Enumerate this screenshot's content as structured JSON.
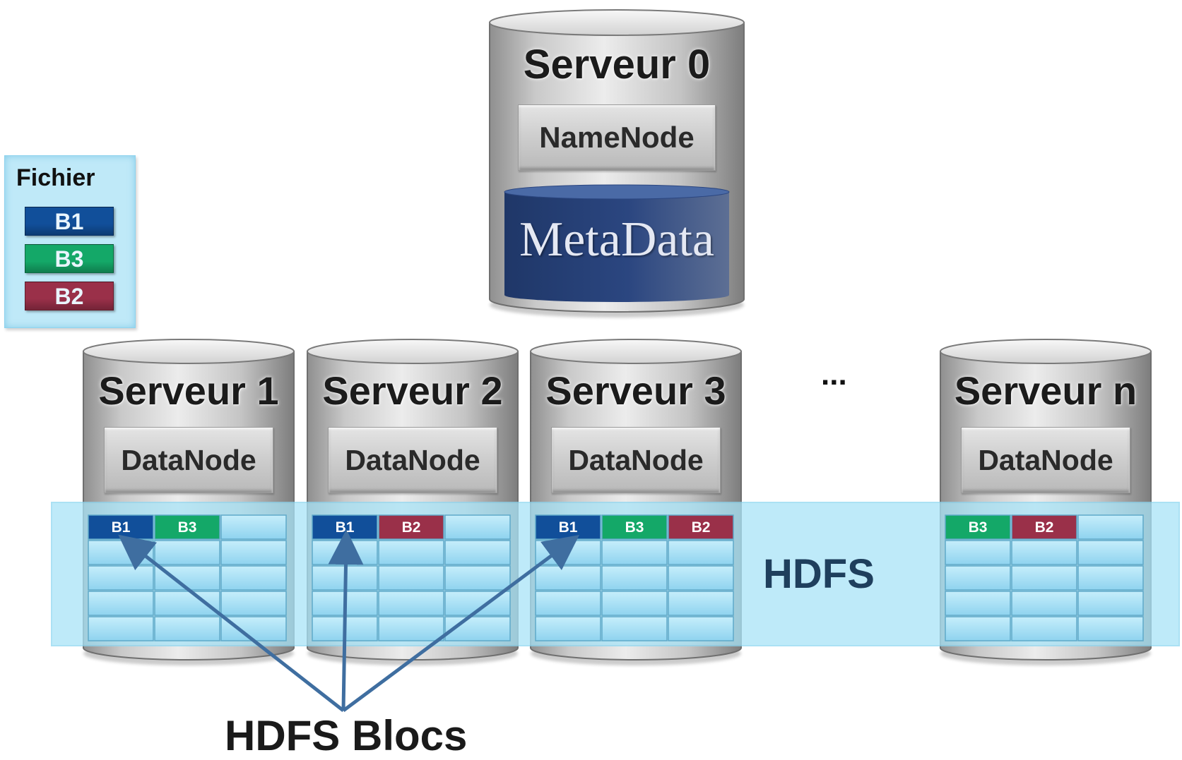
{
  "legend": {
    "title": "Fichier",
    "blocks": [
      {
        "label": "B1",
        "color": "#114f9a"
      },
      {
        "label": "B3",
        "color": "#14a868"
      },
      {
        "label": "B2",
        "color": "#9a3049"
      }
    ]
  },
  "namenode_server": {
    "title": "Serveur 0",
    "node_label": "NameNode",
    "metadata_label": "MetaData",
    "metadata_color": "#27417a"
  },
  "datanode_servers": [
    {
      "title": "Serveur 1",
      "node_label": "DataNode",
      "blocks": [
        "B1",
        "B3",
        ""
      ]
    },
    {
      "title": "Serveur 2",
      "node_label": "DataNode",
      "blocks": [
        "B1",
        "B2",
        ""
      ]
    },
    {
      "title": "Serveur 3",
      "node_label": "DataNode",
      "blocks": [
        "B1",
        "B3",
        "B2"
      ]
    },
    {
      "title": "Serveur n",
      "node_label": "DataNode",
      "blocks": [
        "B3",
        "B2",
        ""
      ]
    }
  ],
  "ellipsis": "...",
  "hdfs_label": "HDFS",
  "hdfs_band_color": "#a9e4f7",
  "blocs_label": "HDFS Blocs",
  "block_colors": {
    "B1": "#114f9a",
    "B3": "#14a868",
    "B2": "#9a3049"
  },
  "arrow_color": "#3f6ea0"
}
